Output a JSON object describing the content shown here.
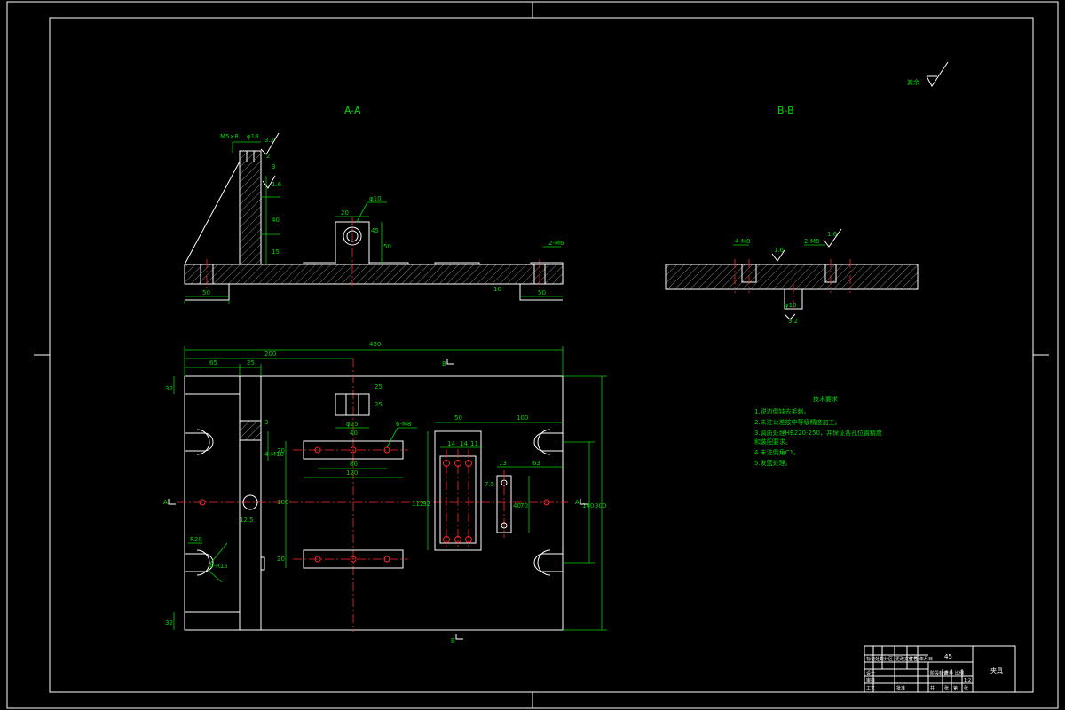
{
  "sections": {
    "aa_title": "A-A",
    "bb_title": "B-B",
    "roughness_other_label": "其余",
    "roughness_other_value": ""
  },
  "view_aa": {
    "top_dims": [
      "M5×8",
      "φ18",
      "3.2",
      "2"
    ],
    "side_dims": [
      "3",
      "1.6",
      "40",
      "15"
    ],
    "center_dims": [
      "20",
      "φ10",
      "45",
      "50"
    ],
    "right_dims": [
      "2-M6"
    ],
    "bottom_dims": [
      "50",
      "50"
    ],
    "base_dim": "10"
  },
  "view_bb": {
    "dims_left": "4-M8",
    "dims_mid": "1.6",
    "dims_right1": "2-M6",
    "dims_right2": "1.6",
    "dims_bottom1": "φ10",
    "dims_bottom2": "3.2"
  },
  "plan": {
    "dim_total": "450",
    "dim_200": "200",
    "dim_65": "65",
    "dim_25": "25",
    "dim_left_top": "32",
    "dim_left_bottom": "32",
    "dim_3": "3",
    "dim_4m10": "4-M10",
    "dim_25b": "25",
    "dim_25c": "25",
    "dim_m25": "φ25",
    "dim_40": "40",
    "dim_6m8": "6-M8",
    "dim_20a": "20",
    "dim_80": "80",
    "dim_120": "120",
    "dim_100": "100",
    "dim_20b": "20",
    "dim_50": "50",
    "dim_100b": "100",
    "dim_14a": "14",
    "dim_14b": "14",
    "dim_11": "11",
    "dim_112": "112",
    "dim_92": "92",
    "dim_13": "13",
    "dim_63": "63",
    "dim_75": "7.5",
    "dim_40b": "40",
    "dim_70": "70",
    "dim_140": "140",
    "dim_300": "300",
    "dim_12_5": "12.5",
    "dim_r20": "R20",
    "dim_4r15": "4-R15",
    "label_b_top": "B",
    "label_b_bot": "B",
    "label_a_left": "A",
    "label_a_right": "A"
  },
  "tech_notes": {
    "title": "技术要求",
    "items": [
      "1.锐边倒钝去毛刺。",
      "2.未注公差按中等级精度加工。",
      "3.调质处理HB220-250，并保证各孔位置精度",
      "  和装配要求。",
      "4.未注倒角C1。",
      "5.发蓝处理。"
    ]
  },
  "title_block": {
    "drawing_name": "夹具",
    "material": "45",
    "cells": [
      "标记",
      "处数",
      "分区",
      "更改文件号",
      "签名",
      "年月日",
      "设计",
      "审核",
      "工艺",
      "批准",
      "阶段标记",
      "重量",
      "比例",
      "1:2",
      "共",
      "张",
      "第",
      "张"
    ]
  }
}
